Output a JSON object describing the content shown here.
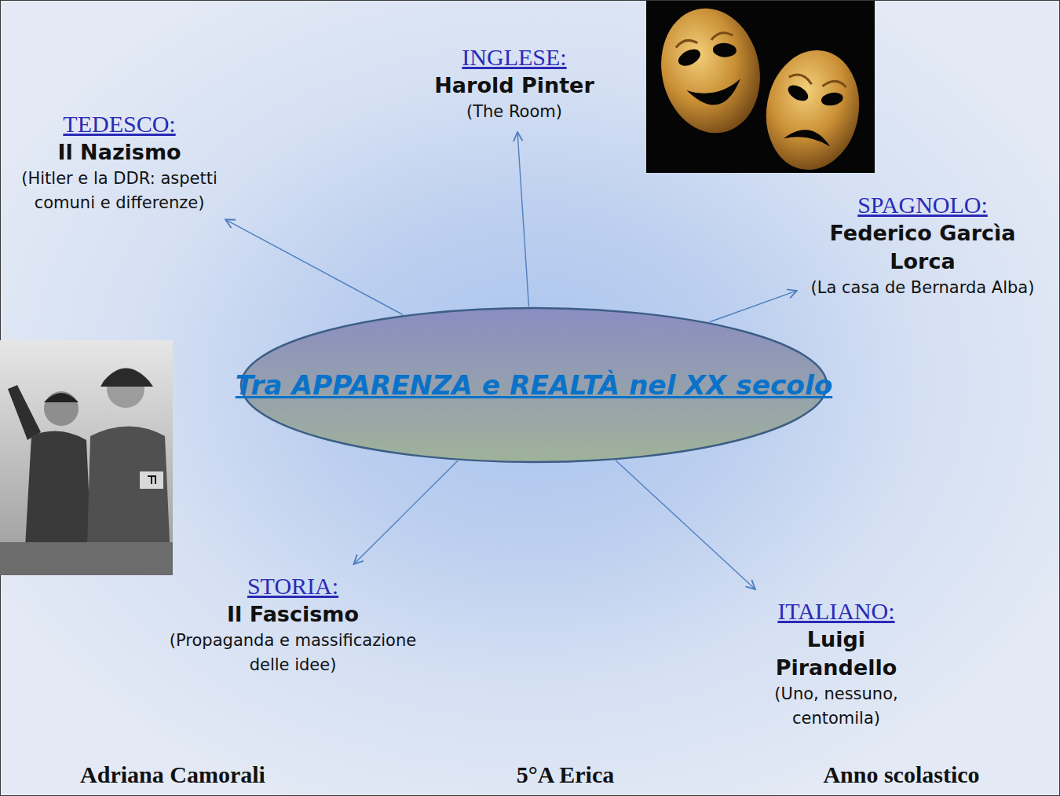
{
  "diagram": {
    "nodes": [
      {
        "text": [
          "INGLESE:",
          "Harold Pinter",
          "(The Room)"
        ]
      },
      {
        "text": [
          "TEDESCO:",
          "Il Nazismo",
          "(Hitler e la DDR: aspetti comuni e differenze)"
        ]
      },
      {
        "text": [
          "SPAGNOLO:",
          "Federico Garcìa Lorca",
          "(La casa de Bernarda Alba)"
        ]
      },
      {
        "text": [
          "Tra APPARENZA e REALTÀ nel XX secolo"
        ]
      },
      {
        "text": [
          "STORIA:",
          "Il Fascismo",
          "(Propaganda e massificazione delle idee)"
        ]
      },
      {
        "text": [
          "ITALIANO:",
          "Luigi Pirandello",
          "(Uno, nessuno, centomila)"
        ]
      }
    ],
    "edges": [
      {
        "from": 3,
        "to": 0,
        "arrow": "to"
      },
      {
        "from": 3,
        "to": 1,
        "arrow": "to"
      },
      {
        "from": 3,
        "to": 2,
        "arrow": "to"
      },
      {
        "from": 3,
        "to": 4,
        "arrow": "to"
      },
      {
        "from": 3,
        "to": 5,
        "arrow": "to"
      }
    ],
    "labels": [
      "Adriana Camorali",
      "5°A Erica",
      "Anno scolastico"
    ]
  }
}
